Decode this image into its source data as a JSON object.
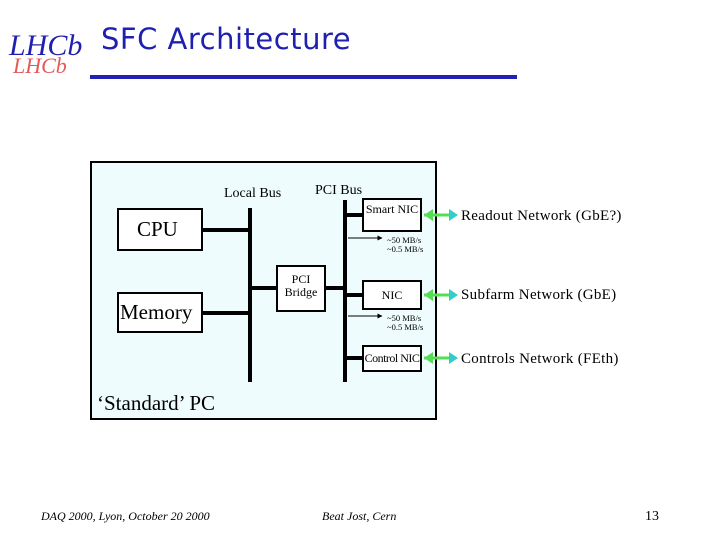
{
  "header": {
    "logo_text": "LHCb",
    "title": "SFC Architecture"
  },
  "diagram": {
    "local_bus_label": "Local Bus",
    "pci_bus_label": "PCI Bus",
    "cpu_label": "CPU",
    "memory_label": "Memory",
    "pci_bridge_label": "PCI Bridge",
    "smart_nic_label": "Smart NIC",
    "nic_label": "NIC",
    "control_nic_label": "Control NIC",
    "rate_1_line_1": "~50 MB/s",
    "rate_1_line_2": "~0.5 MB/s",
    "rate_2_line_1": "~50 MB/s",
    "rate_2_line_2": "~0.5 MB/s",
    "pc_label": "‘Standard’ PC",
    "readout_network": "Readout Network (GbE?)",
    "subfarm_network": "Subfarm Network (GbE)",
    "controls_network": "Controls Network (FEth)",
    "colors": {
      "box_fill": "#eefcfd",
      "arrow_green": "#55dd55",
      "arrow_cyan": "#33cccc",
      "title_blue": "#1f1fb0"
    }
  },
  "footer": {
    "left": "DAQ 2000, Lyon, October 20 2000",
    "center": "Beat Jost, Cern",
    "page_number": "13"
  }
}
